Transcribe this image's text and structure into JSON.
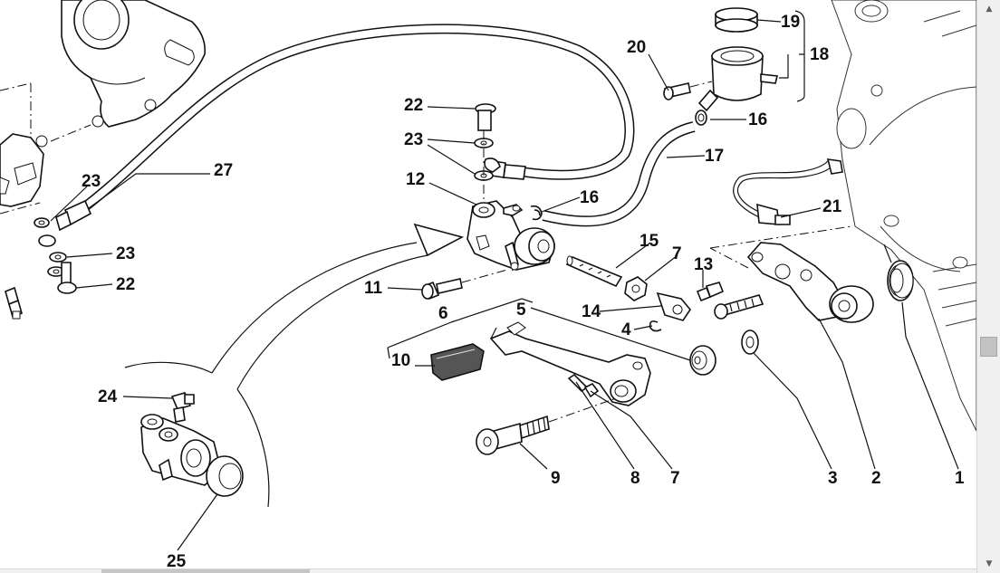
{
  "diagram": {
    "callouts": {
      "p1": "1",
      "p2": "2",
      "p3": "3",
      "p4": "4",
      "p5": "5",
      "p6": "6",
      "p7a": "7",
      "p7b": "7",
      "p8": "8",
      "p9": "9",
      "p10": "10",
      "p11": "11",
      "p12": "12",
      "p13": "13",
      "p14": "14",
      "p15": "15",
      "p16a": "16",
      "p16b": "16",
      "p17": "17",
      "p18": "18",
      "p19": "19",
      "p20": "20",
      "p21": "21",
      "p22a": "22",
      "p22b": "22",
      "p23a": "23",
      "p23b": "23",
      "p23c": "23",
      "p24": "24",
      "p25": "25",
      "p27": "27"
    }
  },
  "scrollbar": {
    "up_arrow": "▲",
    "down_arrow": "▼"
  }
}
